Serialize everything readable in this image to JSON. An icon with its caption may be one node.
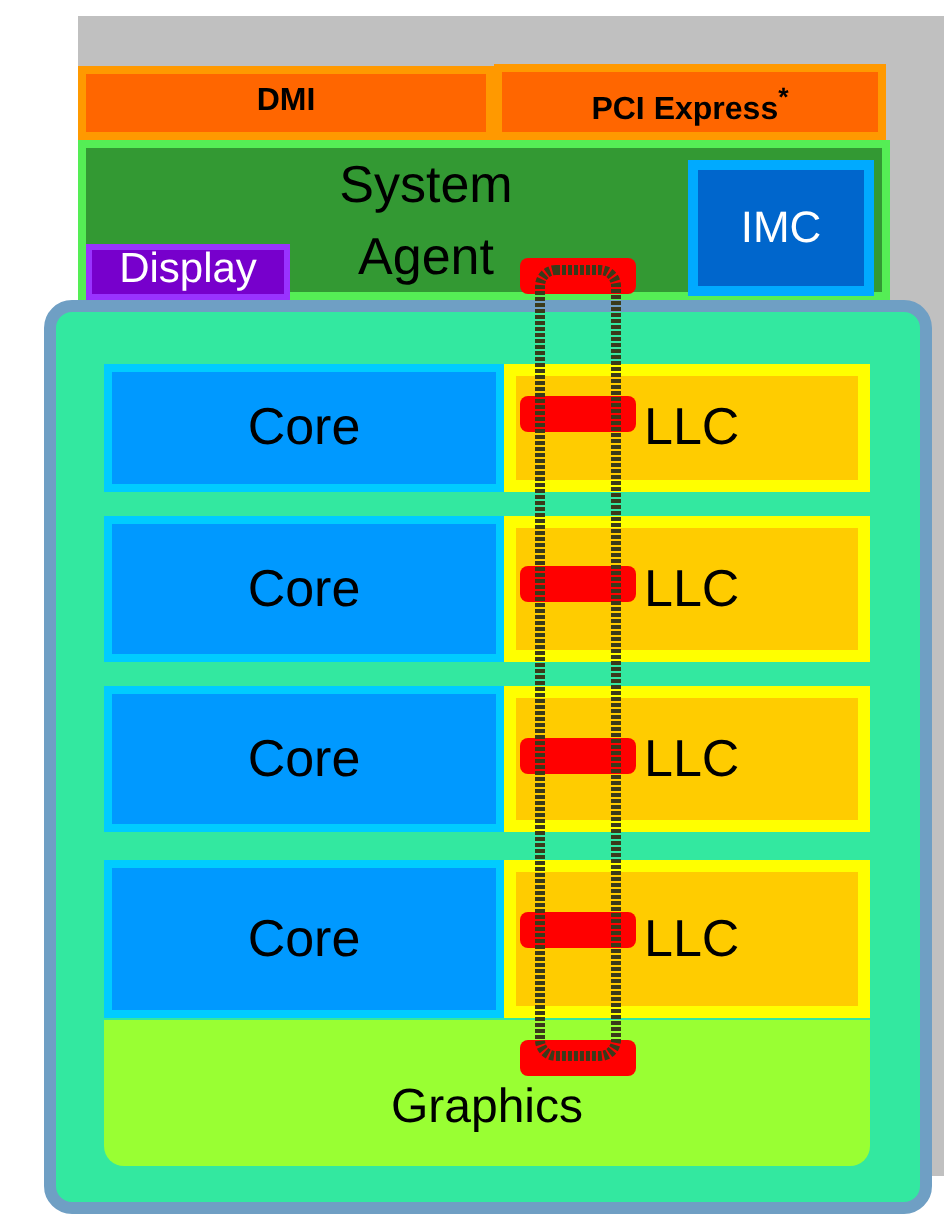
{
  "diagram": {
    "nodes": [
      {
        "text": [
          "DMI"
        ]
      },
      {
        "text": [
          "PCI Express$^{*}$"
        ]
      },
      {
        "text": [
          "System Agent"
        ]
      },
      {
        "text": [
          "Display"
        ],
        "in": 2
      },
      {
        "text": [
          "IMC"
        ],
        "in": 2
      },
      {
        "text": [],
        "shape": "box"
      },
      {
        "text": [
          "Core"
        ],
        "in": 5
      },
      {
        "text": [
          "LLC"
        ],
        "in": 5
      },
      {
        "text": [
          "Core"
        ],
        "in": 5
      },
      {
        "text": [
          "LLC"
        ],
        "in": 5
      },
      {
        "text": [
          "Core"
        ],
        "in": 5
      },
      {
        "text": [
          "LLC"
        ],
        "in": 5
      },
      {
        "text": [
          "Core"
        ],
        "in": 5
      },
      {
        "text": [
          "LLC"
        ],
        "in": 5
      },
      {
        "text": [
          "Graphics"
        ],
        "in": 5
      }
    ]
  }
}
